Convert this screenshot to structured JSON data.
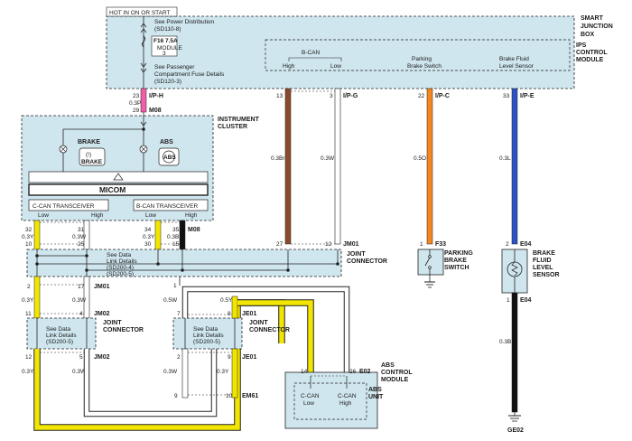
{
  "hot_label": "HOT IN ON OR START",
  "smart_junction_box": "SMART JUNCTION BOX",
  "see_power_distribution": "See Power Distribution",
  "power_ref": "(SD110-8)",
  "fuse_label": "F16 7.5A",
  "fuse_module": "MODULE 3",
  "see_passenger_line1": "See Passenger",
  "see_passenger_line2": "Compartment Fuse Details",
  "passenger_ref": "(SD120-3)",
  "ips": {
    "title": "IPS CONTROL MODULE",
    "bcan": "B-CAN",
    "high": "High",
    "low": "Low",
    "parking_brake_switch_line1": "Parking",
    "parking_brake_switch_line2": "Brake Switch",
    "brake_fluid_line1": "Brake Fluid",
    "brake_fluid_line2": "Level Sensor"
  },
  "connectors": {
    "iph": "I/P-H",
    "m08": "M08",
    "ipg": "I/P-G",
    "ipc": "I/P-C",
    "ipe": "I/P-E",
    "jm01": "JM01",
    "jm02": "JM02",
    "je01": "JE01",
    "e02": "E02",
    "em61": "EM61",
    "f33": "F33",
    "e04": "E04",
    "ge02": "GE02"
  },
  "pins": {
    "p23": "23",
    "p29": "29",
    "p13": "13",
    "p3": "3",
    "p22": "22",
    "p33": "33",
    "p32": "32",
    "p31": "31",
    "p34": "34",
    "p35": "35",
    "p10": "10",
    "p25": "25",
    "p30": "30",
    "p15": "15",
    "p27": "27",
    "p12": "12",
    "p2": "2",
    "p17": "17",
    "p11": "11",
    "p4": "4",
    "p12b": "12",
    "p5": "5",
    "p1": "1",
    "p8": "8",
    "p7": "7",
    "p9": "9",
    "p14": "14",
    "p26": "26",
    "p9b": "9",
    "p10b": "10",
    "p1b": "1",
    "p2b": "2",
    "p1c": "1"
  },
  "wires": {
    "w03p": "0.3P",
    "w03br": "0.3Br",
    "w03w": "0.3W",
    "w05o": "0.5O",
    "w03l": "0.3L",
    "w03y": "0.3Y",
    "w03b": "0.3B",
    "w05w": "0.5W",
    "w05y": "0.5Y"
  },
  "cluster": {
    "title": "INSTRUMENT CLUSTER",
    "brake": "BRAKE",
    "brake_icon_text": "BRAKE",
    "abs": "ABS",
    "abs_icon_text": "ABS",
    "micom": "MICOM",
    "ccan": "C-CAN TRANSCEIVER",
    "bcan": "B-CAN TRANSCEIVER",
    "low": "Low",
    "high": "High"
  },
  "joint_top": {
    "title": "JOINT CONNECTOR",
    "see1": "See Data",
    "see2": "Link Details",
    "ref1": "(SD200-4)",
    "ref2": "(SD200-5)"
  },
  "joint_left": {
    "title": "JOINT CONNECTOR",
    "see1": "See Data",
    "see2": "Link Details",
    "ref": "(SD200-5)"
  },
  "joint_right": {
    "title": "JOINT CONNECTOR",
    "see1": "See Data",
    "see2": "Link Details",
    "ref": "(SD200-5)"
  },
  "abs_unit": {
    "title": "ABS CONTROL MODULE",
    "unit": "ABS UNIT",
    "ccan_low_1": "C-CAN",
    "ccan_low_2": "Low",
    "ccan_high_1": "C-CAN",
    "ccan_high_2": "High"
  },
  "parking_switch": "PARKING BRAKE SWITCH",
  "brake_fluid_sensor": "BRAKE FLUID LEVEL SENSOR",
  "colors": {
    "box_fill": "#cfe6ee",
    "pink": "#ee5fa8",
    "brown": "#8b4a2b",
    "orange": "#f5861f",
    "blue": "#2b53c6",
    "yellow": "#f2e600",
    "black": "#111111"
  }
}
